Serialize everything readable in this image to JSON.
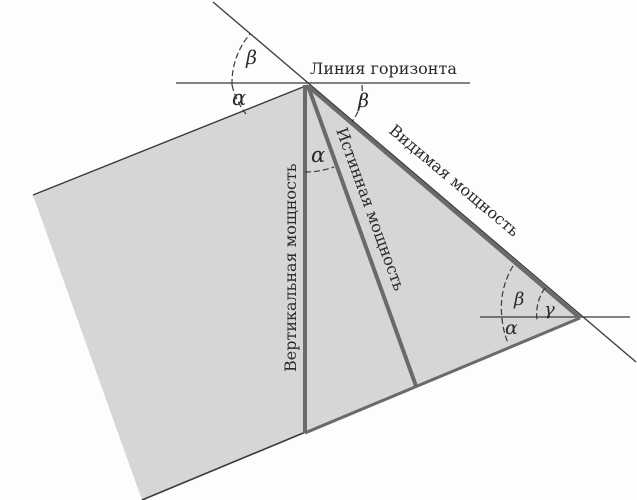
{
  "figure": {
    "labels": {
      "horizon_line": "Линия горизонта",
      "vertical_thickness": "Вертикальная мощность",
      "true_thickness": "Истинная мощность",
      "apparent_thickness": "Видимая мощность"
    },
    "angles": {
      "alpha": "α",
      "beta": "β",
      "gamma": "γ"
    },
    "colors": {
      "background": "#fdfdfc",
      "layer_fill": "#d6d6d4",
      "line": "#3a3a3a",
      "thick_line": "#6a6a6a"
    }
  }
}
